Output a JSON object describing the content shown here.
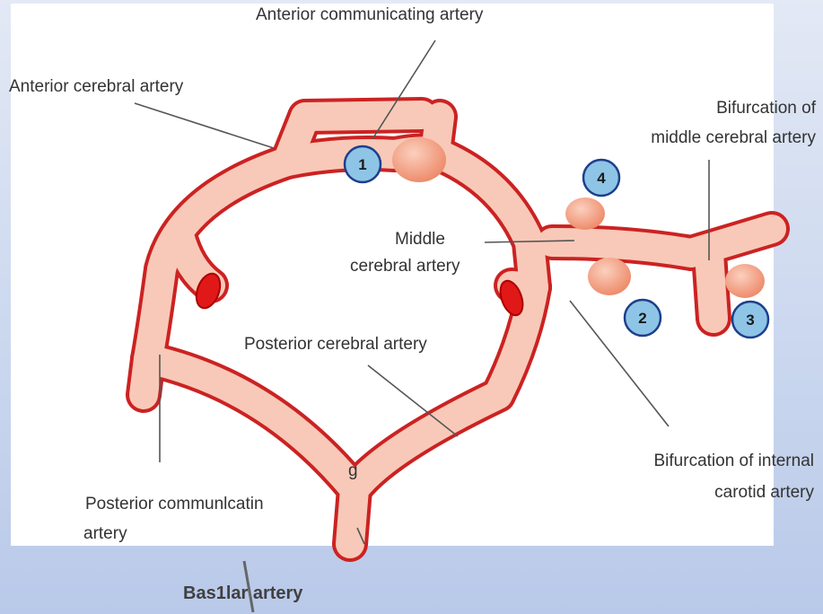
{
  "labels": {
    "anterior_communicating": "Anterior communicating artery",
    "anterior_cerebral": "Anterior cerebral artery",
    "bifurcation_mca_line1": "Bifurcation of",
    "bifurcation_mca_line2": "middle cerebral artery",
    "middle_cerebral_line1": "Middle",
    "middle_cerebral_line2": "cerebral artery",
    "posterior_cerebral": "Posterior cerebral artery",
    "bifurcation_ica_line1": "Bifurcation of internal",
    "bifurcation_ica_line2": "carotid artery",
    "stray_g": "g",
    "posterior_communicating_line1": "Posterior communlcatin",
    "posterior_communicating_line2": "artery",
    "basilar": "Bas1lar artery"
  },
  "markers": [
    "1",
    "2",
    "3",
    "4"
  ],
  "colors": {
    "vessel_fill": "#f8c9b8",
    "vessel_outline": "#cc2222",
    "aneurysm": "#f39a7c",
    "vessel_opening": "#e01818",
    "marker_fill": "#8ec5e6",
    "marker_stroke": "#1e3f8c",
    "background": "#c9d6ee"
  }
}
